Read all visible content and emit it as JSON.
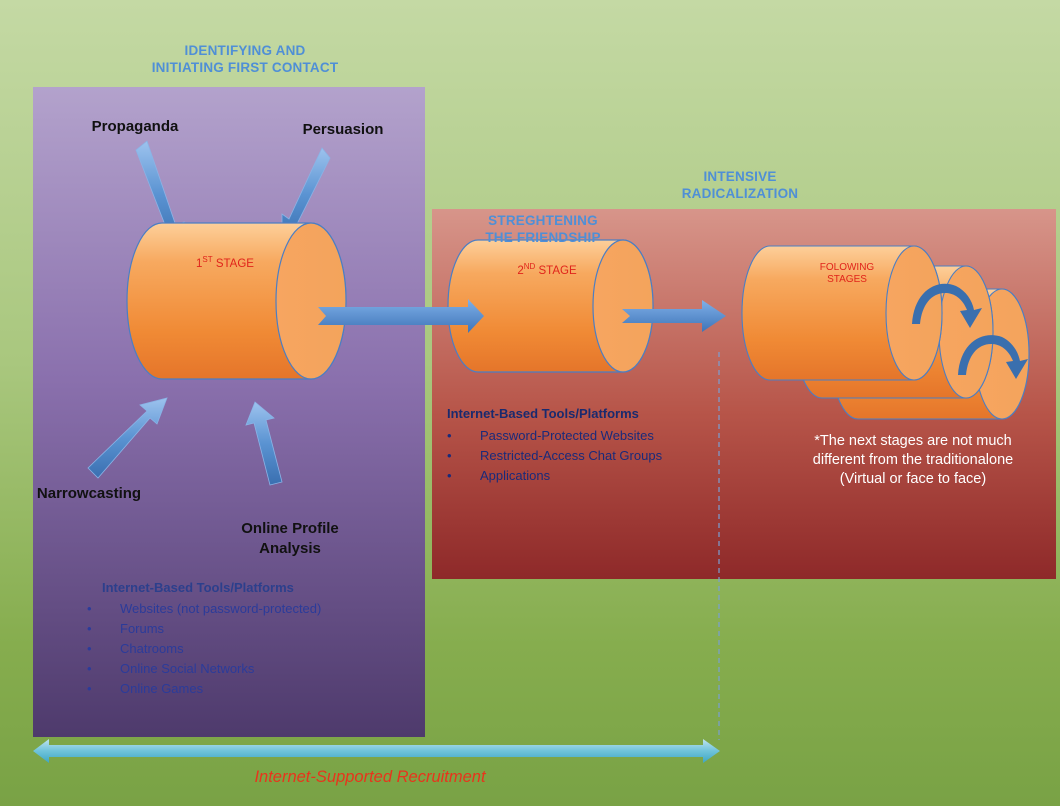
{
  "colors": {
    "background_gradient": [
      "#c4d9a4",
      "#79a245"
    ],
    "purple_panel": [
      "#b3a2cc",
      "#4e3a6c"
    ],
    "red_panel": [
      "#d7958a",
      "#8e2929"
    ],
    "cylinder_orange": "#f39a4c",
    "arrow_blue": "#4f8fd6",
    "label_red": "#e0241b",
    "heading_blue": "#4f8fd6"
  },
  "headings": {
    "phase1": [
      "IDENTIFYING AND",
      "INITIATING FIRST CONTACT"
    ],
    "phase2": [
      "INTENSIVE",
      "RADICALIZATION"
    ],
    "friendship": [
      "STREGHTENING",
      "THE FRIENDSHIP"
    ]
  },
  "influences": {
    "propaganda": "Propaganda",
    "persuasion": "Persuasion",
    "narrowcasting": "Narrowcasting",
    "online_profile": [
      "Online Profile",
      "Analysis"
    ]
  },
  "stages": {
    "first": {
      "num": "1",
      "sup": "ST",
      "word": "STAGE"
    },
    "second": {
      "num": "2",
      "sup": "ND",
      "word": "STAGE"
    },
    "following": [
      "FOLOWING",
      "STAGES"
    ]
  },
  "tools_phase1": {
    "title": "Internet-Based Tools/Platforms",
    "items": [
      "Websites (not password-protected)",
      "Forums",
      "Chatrooms",
      "Online Social Networks",
      "Online Games"
    ]
  },
  "tools_phase2": {
    "title": "Internet-Based Tools/Platforms",
    "items": [
      "Password-Protected Websites",
      "Restricted-Access Chat Groups",
      "Applications"
    ]
  },
  "note": [
    "*The next stages are not much",
    "different from the traditionalone",
    "(Virtual or face to face)"
  ],
  "recruitment": "Internet-Supported Recruitment",
  "icons": [
    "arrow-right-icon",
    "curved-arrow-icon",
    "double-arrow-icon"
  ]
}
